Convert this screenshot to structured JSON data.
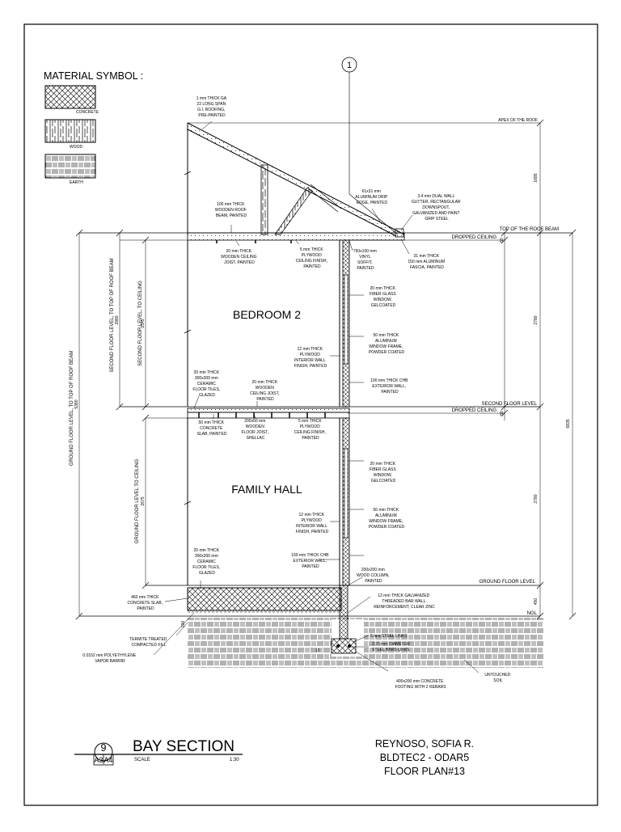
{
  "legend": {
    "title": "MATERIAL SYMBOL :",
    "items": [
      {
        "label": "CONCRETE",
        "pattern": "crosshatch"
      },
      {
        "label": "WOOD",
        "pattern": "wood-grain"
      },
      {
        "label": "EARTH",
        "pattern": "basket-weave"
      }
    ]
  },
  "section_marker": "1",
  "levels": {
    "apex": "APEX OF THE ROOF",
    "top_roof_beam": "TOP OF THE ROOF BEAM",
    "dropped_ceiling_upper": "DROPPED CEILING",
    "dropped_ceiling_lower": "DROPPED CEILING",
    "second_floor": "SECOND FLOOR LEVEL",
    "ground_floor": "GROUND FLOOR LEVEL",
    "ngl": "NGL"
  },
  "dims": {
    "d1685": "1685",
    "d50a": "50",
    "d2780": "2780",
    "d50b": "50",
    "d6835": "6835",
    "d2780b": "2780",
    "d450": "450",
    "d2880": "2880",
    "d2545": "2545",
    "d5380": "5380",
    "d2675": "2675",
    "d200": "200",
    "d10": "10"
  },
  "vertical_labels": {
    "second_to_roof_beam": "SECOND FLOOR LEVEL, TO TOP OF ROOF BEAM",
    "second_to_ceiling": "SECOND FLOOR LEVEL, TO CEILING",
    "ground_to_roof_beam": "GROUND FLOOR LEVEL, TO TOP OF ROOF BEAM",
    "ground_to_ceiling": "GROUND FLOOR LEVEL TO CEILING"
  },
  "rooms": {
    "upper": "BEDROOM 2",
    "lower": "FAMILY HALL"
  },
  "notes": {
    "roofing": [
      "1 mm THICK GA",
      "22 LONG SPAN",
      "G.I. ROOFING,",
      "PRE-PAINTED"
    ],
    "roof_beam": [
      "100 mm THICK",
      "WOODEN ROOF",
      "BEAM, PAINTED"
    ],
    "drip_edge": [
      "61x31 mm",
      "ALUMINUM DRIP",
      "EDGE, PAINTED"
    ],
    "gutter": [
      "3.4 mm DUAL WALL",
      "GUTTER, RECTANGULAR",
      "DOWNSPOUT,",
      "GALVANIZED AND PAINT",
      "GRIP STEEL"
    ],
    "ceiling_joist_up": [
      "20 mm THICK",
      "WOODEN CEILING",
      "JOIST, PAINTED"
    ],
    "plywood_ceiling_up": [
      "5 mm THICK",
      "PLYWOOD",
      "CEILING FINISH,",
      "PAINTED"
    ],
    "soffit": [
      "750x100 mm",
      "VINYL",
      "SOFFIT,",
      "PAINTED"
    ],
    "fascia": [
      "31 mm THICK",
      "150 mm ALUMINUM",
      "FASCIA, PAINTED"
    ],
    "window_up": [
      "20 mm THICK",
      "FIBER GLASS",
      "WINDOW,",
      "GELCOATED"
    ],
    "frame_up": [
      "50 mm THICK",
      "ALUMINUM",
      "WINDOW FRAME,",
      "POWDER COATED"
    ],
    "plywood_wall_up": [
      "12 mm THICK",
      "PLYWOOD",
      "INTERIOR WALL",
      "FINISH, PAINTED"
    ],
    "chb_up": [
      "100 mm THICK CHB",
      "EXTERIOR WALL,",
      "PAINTED"
    ],
    "tiles_up": [
      "20 mm THICK",
      "300x300 mm",
      "CERAMIC",
      "FLOOR TILES,",
      "GLAZED"
    ],
    "ceiling_joist_mid": [
      "20 mm THICK",
      "WOODEN",
      "CEILING JOIST,",
      "PAINTED"
    ],
    "slab_mid": [
      "50 mm THICK",
      "CONCRETE",
      "SLAB, PAINTED"
    ],
    "floor_joist": [
      "200x50 mm",
      "WOODEN",
      "FLOOR JOIST,",
      "SHELLAC"
    ],
    "plywood_ceiling_mid": [
      "5 mm THICK",
      "PLYWOOD",
      "CEILING FINISH,",
      "PAINTED"
    ],
    "window_low": [
      "20 mm THICK",
      "FIBER GLASS",
      "WINDOW,",
      "GELCOATED"
    ],
    "frame_low": [
      "50 mm THICK",
      "ALUMINUM",
      "WINDOW FRAME,",
      "POWDER COATED"
    ],
    "plywood_wall_low": [
      "12 mm THICK",
      "PLYWOOD",
      "INTERIOR WALL",
      "FINISH, PAINTED"
    ],
    "chb_low": [
      "100 mm THICK CHB",
      "EXTERIOR WALL,",
      "PAINTED"
    ],
    "tiles_low": [
      "20 mm THICK",
      "300x300 mm",
      "CERAMIC",
      "FLOOR TILES,",
      "GLAZED"
    ],
    "wood_column": [
      "200x200 mm",
      "WOOD COLUMN,",
      "PAINTED"
    ],
    "slab_ground": [
      "460 mm THICK",
      "CONCRETE SLAB,",
      "PAINTED"
    ],
    "bar_wall": [
      "12 mm THICK GALVANIZED",
      "THREADED BAR WALL",
      "REINFORCEMENT, CLEAR ZINC"
    ],
    "termite": [
      "TERMITE TREATED",
      "COMPACTED FILL"
    ],
    "vapor": [
      "0.0152 mm POLYETHYLENE",
      "VAPOR BARRIR"
    ],
    "steel_links": [
      "5 mm STEEL LINKS"
    ],
    "steel_bars": [
      "2.25 mm DIAMETER",
      "STEEL BARS LINKS"
    ],
    "footing": [
      "400x200 mm CONCRETE",
      "FOOTING WITH 2 REBARS"
    ],
    "untouched": [
      "UNTOUCHED",
      "SOIL"
    ]
  },
  "title_block": {
    "number": "9",
    "sheet_left": "A3",
    "sheet_right": "A4",
    "title": "BAY SECTION",
    "scale_label": "SCALE",
    "scale_value": "1:30"
  },
  "student": {
    "name": "REYNOSO, SOFIA R.",
    "section": "BLDTEC2 - ODAR5",
    "plate": "FLOOR PLAN#13"
  }
}
